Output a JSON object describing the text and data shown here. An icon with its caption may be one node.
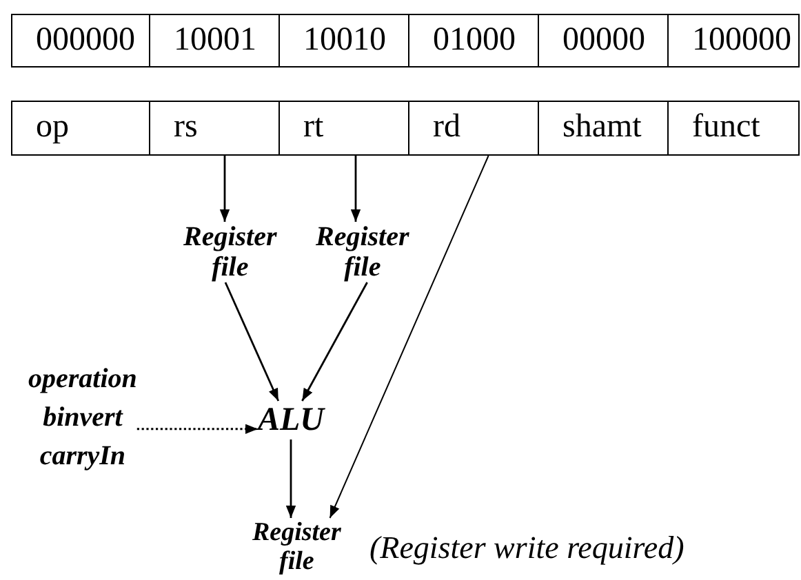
{
  "diagram": {
    "nodes": [
      {
        "text": [
          "000000"
        ]
      },
      {
        "text": [
          "10001"
        ]
      },
      {
        "text": [
          "10010"
        ]
      },
      {
        "text": [
          "01000"
        ]
      },
      {
        "text": [
          "00000"
        ]
      },
      {
        "text": [
          "100000"
        ]
      },
      {
        "text": [
          "op"
        ]
      },
      {
        "text": [
          "rs"
        ]
      },
      {
        "text": [
          "rt"
        ]
      },
      {
        "text": [
          "rd"
        ]
      },
      {
        "text": [
          "shamt"
        ]
      },
      {
        "text": [
          "funct"
        ]
      },
      {
        "text": [
          "Register file"
        ]
      },
      {
        "text": [
          "Register file"
        ]
      },
      {
        "text": [
          "operation binvert carryIn"
        ]
      },
      {
        "text": [
          "ALU"
        ]
      },
      {
        "text": [
          "Register file"
        ]
      }
    ],
    "edges": [
      {
        "from": 7,
        "to": 12,
        "arrow": "to"
      },
      {
        "from": 8,
        "to": 13,
        "arrow": "to"
      },
      {
        "from": 12,
        "to": 15,
        "arrow": "to"
      },
      {
        "from": 13,
        "to": 15,
        "arrow": "to"
      },
      {
        "from": 14,
        "to": 15,
        "arrow": "to",
        "style": "dashed"
      },
      {
        "from": 15,
        "to": 16,
        "arrow": "to"
      },
      {
        "from": 9,
        "to": 16,
        "arrow": "to"
      }
    ],
    "labels": [
      "(Register write required)"
    ]
  }
}
